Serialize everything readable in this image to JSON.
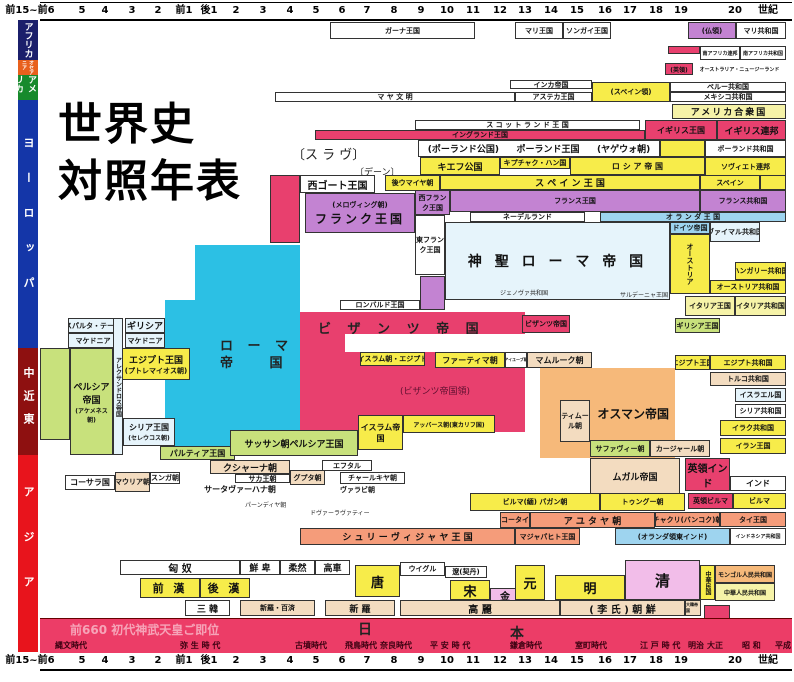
{
  "title": {
    "line1": "世界史",
    "line2": "対照年表"
  },
  "axis": [
    "前15~前6",
    "5",
    "4",
    "3",
    "2",
    "前1",
    "後1",
    "2",
    "3",
    "4",
    "5",
    "6",
    "7",
    "8",
    "9",
    "10",
    "11",
    "12",
    "13",
    "14",
    "15",
    "16",
    "17",
    "18",
    "19",
    "20",
    "世紀"
  ],
  "regions": {
    "africa": "アフリカ",
    "oceania": "オセアニア",
    "america": "アメリカ",
    "europe": "ヨーロッパ",
    "middle_east": "中近東",
    "asia": "アジア"
  },
  "colors": {
    "africa": "#1b1f6b",
    "oceania": "#e8601c",
    "america": "#178a2c",
    "europe": "#1436a8",
    "middle_east": "#8e1010",
    "asia": "#e8141c",
    "japan": "#ec3d67",
    "rome": "#2cc0e4",
    "byzantine": "#e8406e",
    "ottoman": "#f6b97a"
  },
  "africa": {
    "ghana": "ガーナ王国",
    "mali": "マリ王国",
    "songhai": "ソンガイ王国",
    "french": "(仏領)",
    "mali_rep": "マリ共和国",
    "sa_union": "南アフリカ連邦",
    "sa_rep": "南アフリカ共和国"
  },
  "oceania": {
    "british": "(英領)",
    "australia": "オーストラリア・ニュージーランド"
  },
  "america": {
    "inca": "インカ帝国",
    "maya": "マ ヤ 文 明",
    "aztec": "アステカ王国",
    "spanish": "(スペイン領)",
    "peru": "ペルー共和国",
    "mexico": "メキシコ共和国",
    "usa": "アメリカ合衆国"
  },
  "europe": {
    "scotland": "ス コ ッ ト ラ ン ド 王 国",
    "england": "イングランド王国",
    "britain": "イギリス王国",
    "uk": "イギリス連邦",
    "poland_duchy": "(ポーランド公国)",
    "poland": "ポーランド王国",
    "jagiellon": "(ヤゲウォ朝)",
    "poland_rep": "ポーランド共和国",
    "slav": "〔ス ラ ヴ〕",
    "dane": "〔デーン〕",
    "russia": "ロ シ ア 帝 国",
    "kiev": "キエフ公国",
    "kipchak": "キプチャク・ハン国",
    "soviet": "ソヴィエト連邦",
    "visigoth": "西ゴート王国",
    "umayyad": "後ウマイヤ朝",
    "spain": "ス ペ イ ン 王 国",
    "spain2": "スペイン",
    "merovingian": "(メロヴィング朝)",
    "frank": "フランク王国",
    "west_frank": "西フランク王国",
    "france": "フランス王国",
    "france_rep": "フランス共和国",
    "east_frank": "東フランク王国",
    "netherlands": "ネーデルランド",
    "holland": "オ ラ ン ダ 王 国",
    "hre": "神 聖 ロ ー マ 帝 国",
    "german": "ドイツ帝国",
    "weimar": "ヴァイマル共和国",
    "austria": "オーストリア",
    "hungary": "ハンガリー共和国",
    "austria_rep": "オーストリア共和国",
    "italy_k": "イタリア王国",
    "italy_rep": "イタリア共和国",
    "lombard": "ロンバルド王国",
    "genoa": "ジェノヴァ共和国",
    "sardinia": "サルデーニャ王国",
    "greece": "ギリシア王国",
    "rome": "ロ ー マ",
    "rome2": "帝 国",
    "sparta": "スパルタ・テーベ",
    "greek": "ギリシア",
    "macedonia": "マケドニア",
    "macedonia2": "マケドニア"
  },
  "middle_east": {
    "byzantine": "ビ ザ ン ツ 帝 国",
    "byzantine_small": "ビザンツ帝国",
    "islam_egypt": "(イスラム朝・エジプト)",
    "fatimid": "ファーティマ朝",
    "ayyubid": "アイユーブ朝",
    "mamluk": "マムルーク朝",
    "byz_territory": "(ビザンツ帝国領)",
    "ottoman": "オスマン帝国",
    "egypt_k": "エジプト王国",
    "egypt_r": "エジプト共和国",
    "turkey": "トルコ共和国",
    "israel": "イスラエル国",
    "syria_r": "シリア共和国",
    "iraq": "イラク共和国",
    "iran": "イラン王国",
    "ptolemy": "エジプト王国",
    "ptolemy2": "(プトレマイオス朝)",
    "persia": "ペルシア帝国",
    "achaemenid": "(アケメネス朝)",
    "alexander": "アレクサンドロス帝国",
    "seleucid": "シリア王国",
    "seleucid2": "(セレウコス朝)",
    "parthia": "パルティア王国",
    "sassanid": "サッサン朝ペルシア王国",
    "islam": "イスラム帝国",
    "abbasid": "アッバース朝(東カリフ国)",
    "timurid": "ティムール朝",
    "safavid": "サファヴィー朝",
    "qajar": "カージャール朝"
  },
  "asia": {
    "kushan": "クシャーナ朝",
    "saka": "サカ王朝",
    "kosala": "コーサラ国",
    "maurya": "マウリア朝",
    "sunga": "スンガ朝",
    "satavahana": "サータヴァーハナ朝",
    "gupta": "グプタ朝",
    "hephthal": "エフタル",
    "chalukya": "チャールキヤ朝",
    "valabhi": "ヴァラビ朝",
    "mughal": "ムガル帝国",
    "british_india": "英領インド",
    "india": "インド",
    "pandya": "パーンディヤ朝",
    "dvaravati": "ドヴァーラヴァティー",
    "burma": "ビルマ(緬) パガン朝",
    "toungoo": "トゥングー朝",
    "brit_burma": "英領ビルマ",
    "burma_rep": "ビルマ",
    "sukhothai": "スコータイ朝",
    "ayutthaya": "ア ユ タ ヤ 朝",
    "chakri": "チャクリ(バンコク)朝",
    "thai": "タイ王国",
    "srivijaya": "シ ュ リ ー ヴ ィ ジ ャ ヤ 王 国",
    "majapahit": "マジャパヒト王国",
    "dutch_ei": "(オランダ領東インド)",
    "indonesia": "インドネシア共和国",
    "xiongnu": "匈   奴",
    "xianbei": "鮮 卑",
    "rouran": "柔然",
    "gaoche": "高車",
    "uyghur": "ウイグル",
    "liao": "遼(契丹)",
    "former_han": "前 漢",
    "later_han": "後 漢",
    "tang": "唐",
    "song": "宋",
    "jin": "金",
    "yuan": "元",
    "ming": "明",
    "qing": "清",
    "roc": "中華民国",
    "mongolia": "モンゴル人民共和国",
    "prc": "中華人民共和国",
    "samhan": "三 韓",
    "silla_baekje": "新羅・百済",
    "silla": "新  羅",
    "goryeo": "高    麗",
    "joseon": "( 李 氏 ) 朝 鮮",
    "korea_empire": "大韓帝国"
  },
  "japan": {
    "jimmu": "前660 初代神武天皇ご即位",
    "ni": "日",
    "hon": "本",
    "periods": [
      "縄文時代",
      "弥 生 時 代",
      "古墳時代",
      "飛鳥時代",
      "奈良時代",
      "平 安 時 代",
      "鎌倉時代",
      "室町時代",
      "江 戸 時 代",
      "明治",
      "大正",
      "昭 和",
      "平成"
    ]
  }
}
